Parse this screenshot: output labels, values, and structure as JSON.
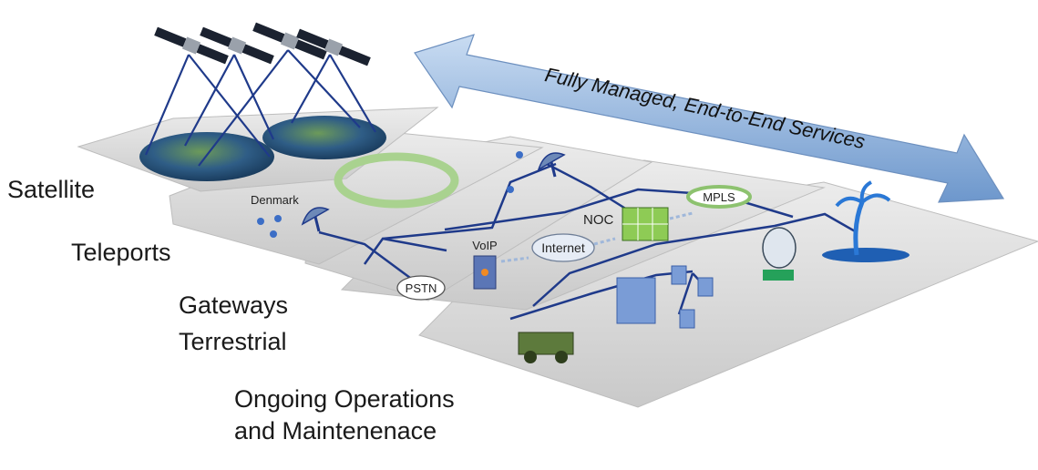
{
  "banner": {
    "text": "Fully Managed, End-to-End Services"
  },
  "layers": {
    "satellite": "Satellite",
    "teleports": "Teleports",
    "gateways": "Gateways",
    "terrestrial": "Terrestrial",
    "operations_line1": "Ongoing Operations",
    "operations_line2": "and Maintenenace"
  },
  "nodes": {
    "denmark": "Denmark",
    "noc": "NOC",
    "voip": "VoIP",
    "internet": "Internet",
    "pstn": "PSTN",
    "mpls": "MPLS"
  },
  "icons": {
    "satellites": "satellite-icon",
    "earth": "earth-globe-icon",
    "dish": "satellite-dish-icon",
    "server": "voip-server-icon",
    "cloud": "internet-cloud-icon",
    "noc": "noc-display-icon",
    "building": "office-building-icon",
    "vehicle": "military-vehicle-icon",
    "island": "palm-island-icon"
  },
  "colors": {
    "arrow": "#8fb4dc",
    "platform": "#d6d6d6",
    "network_line": "#1f3a8a",
    "ring": "#8dc26f",
    "building": "#7a9cd6"
  }
}
